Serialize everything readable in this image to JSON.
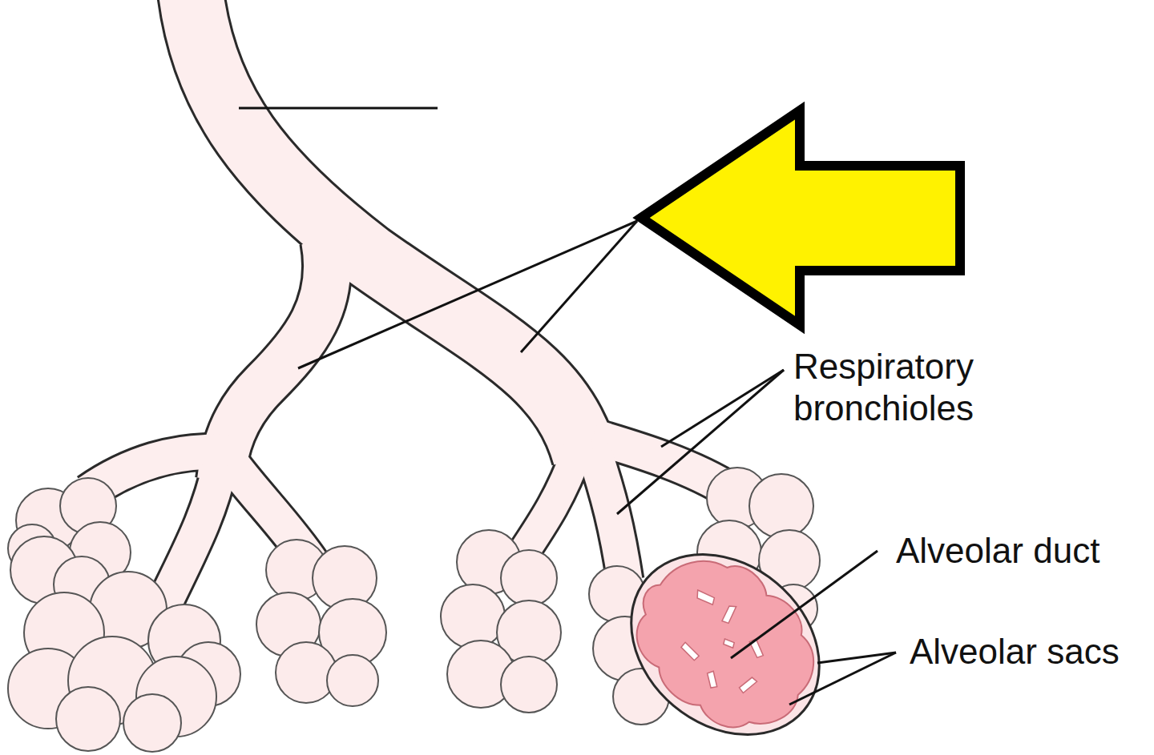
{
  "diagram": {
    "labels": [
      "Respiratory bronchioles",
      "Alveolar duct",
      "Alveolar sacs"
    ]
  }
}
